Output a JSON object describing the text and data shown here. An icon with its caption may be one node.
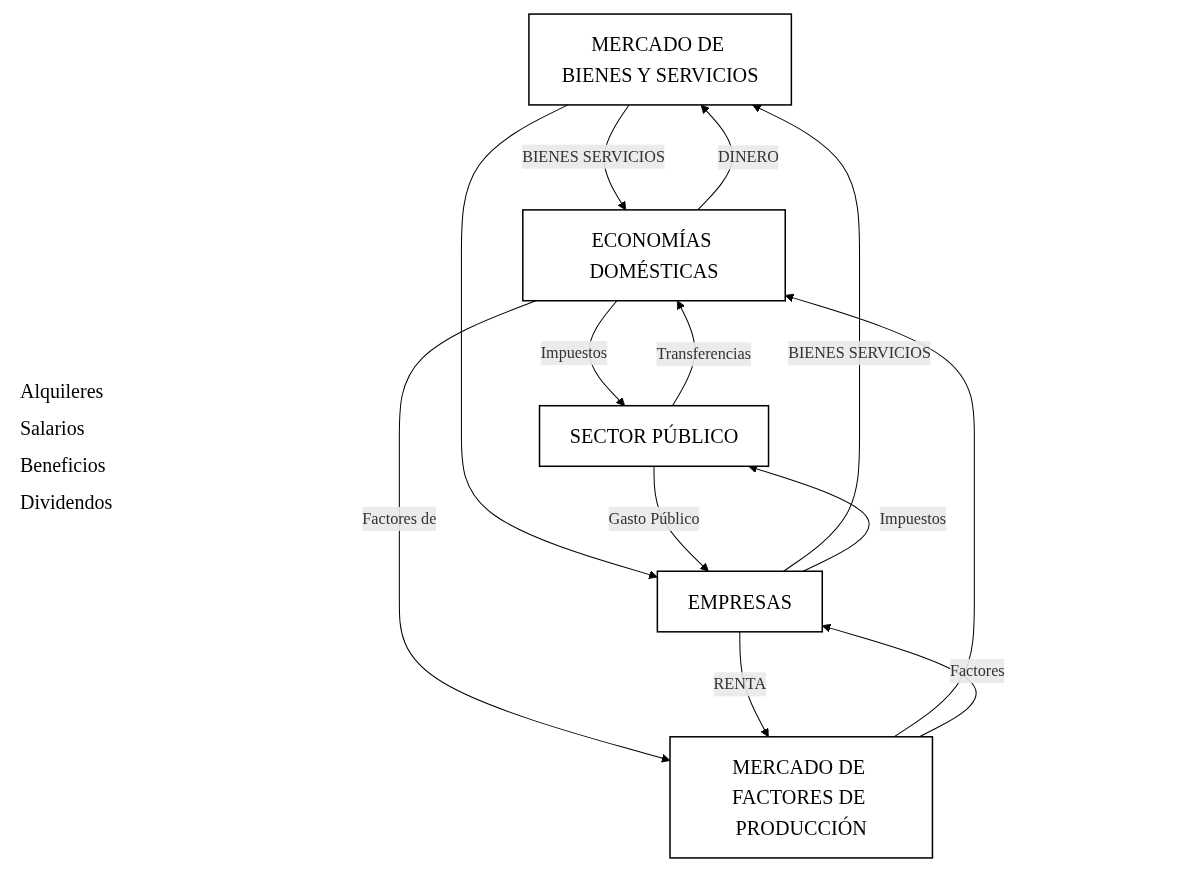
{
  "diagram": {
    "nodes": [
      {
        "text": [
          "MERCADO DE BIENES Y SERVICIOS"
        ]
      },
      {
        "text": [
          "ECONOMÍAS DOMÉSTICAS"
        ]
      },
      {
        "text": [
          "SECTOR PÚBLICO"
        ]
      },
      {
        "text": [
          "EMPRESAS"
        ]
      },
      {
        "text": [
          "MERCADO DE FACTORES DE PRODUCCIÓN"
        ]
      }
    ],
    "edges": [
      {
        "from": 1,
        "to": 0,
        "arrow": "to",
        "label": "DINERO"
      },
      {
        "from": 0,
        "to": 1,
        "arrow": "to",
        "label": "BIENES SERVICIOS"
      },
      {
        "from": 3,
        "to": 0,
        "arrow": "to",
        "label": "BIENES SERVICIOS"
      },
      {
        "from": 0,
        "to": 3,
        "arrow": "to"
      },
      {
        "from": 1,
        "to": 2,
        "arrow": "to",
        "label": "Impuestos"
      },
      {
        "from": 3,
        "to": 2,
        "arrow": "to",
        "label": "Impuestos"
      },
      {
        "from": 2,
        "to": 1,
        "arrow": "to",
        "label": "Transferencias"
      },
      {
        "from": 2,
        "to": 3,
        "arrow": "to",
        "label": "Gasto Público"
      },
      {
        "from": 1,
        "to": 4,
        "arrow": "to",
        "label": "Factores de"
      },
      {
        "from": 4,
        "to": 1,
        "arrow": "to"
      },
      {
        "from": 4,
        "to": 3,
        "arrow": "to",
        "label": "Factores"
      },
      {
        "from": 3,
        "to": 4,
        "arrow": "to",
        "label": "RENTA"
      }
    ],
    "labels": [
      "Alquileres",
      "Salarios",
      "Beneficios",
      "Dividendos"
    ]
  }
}
